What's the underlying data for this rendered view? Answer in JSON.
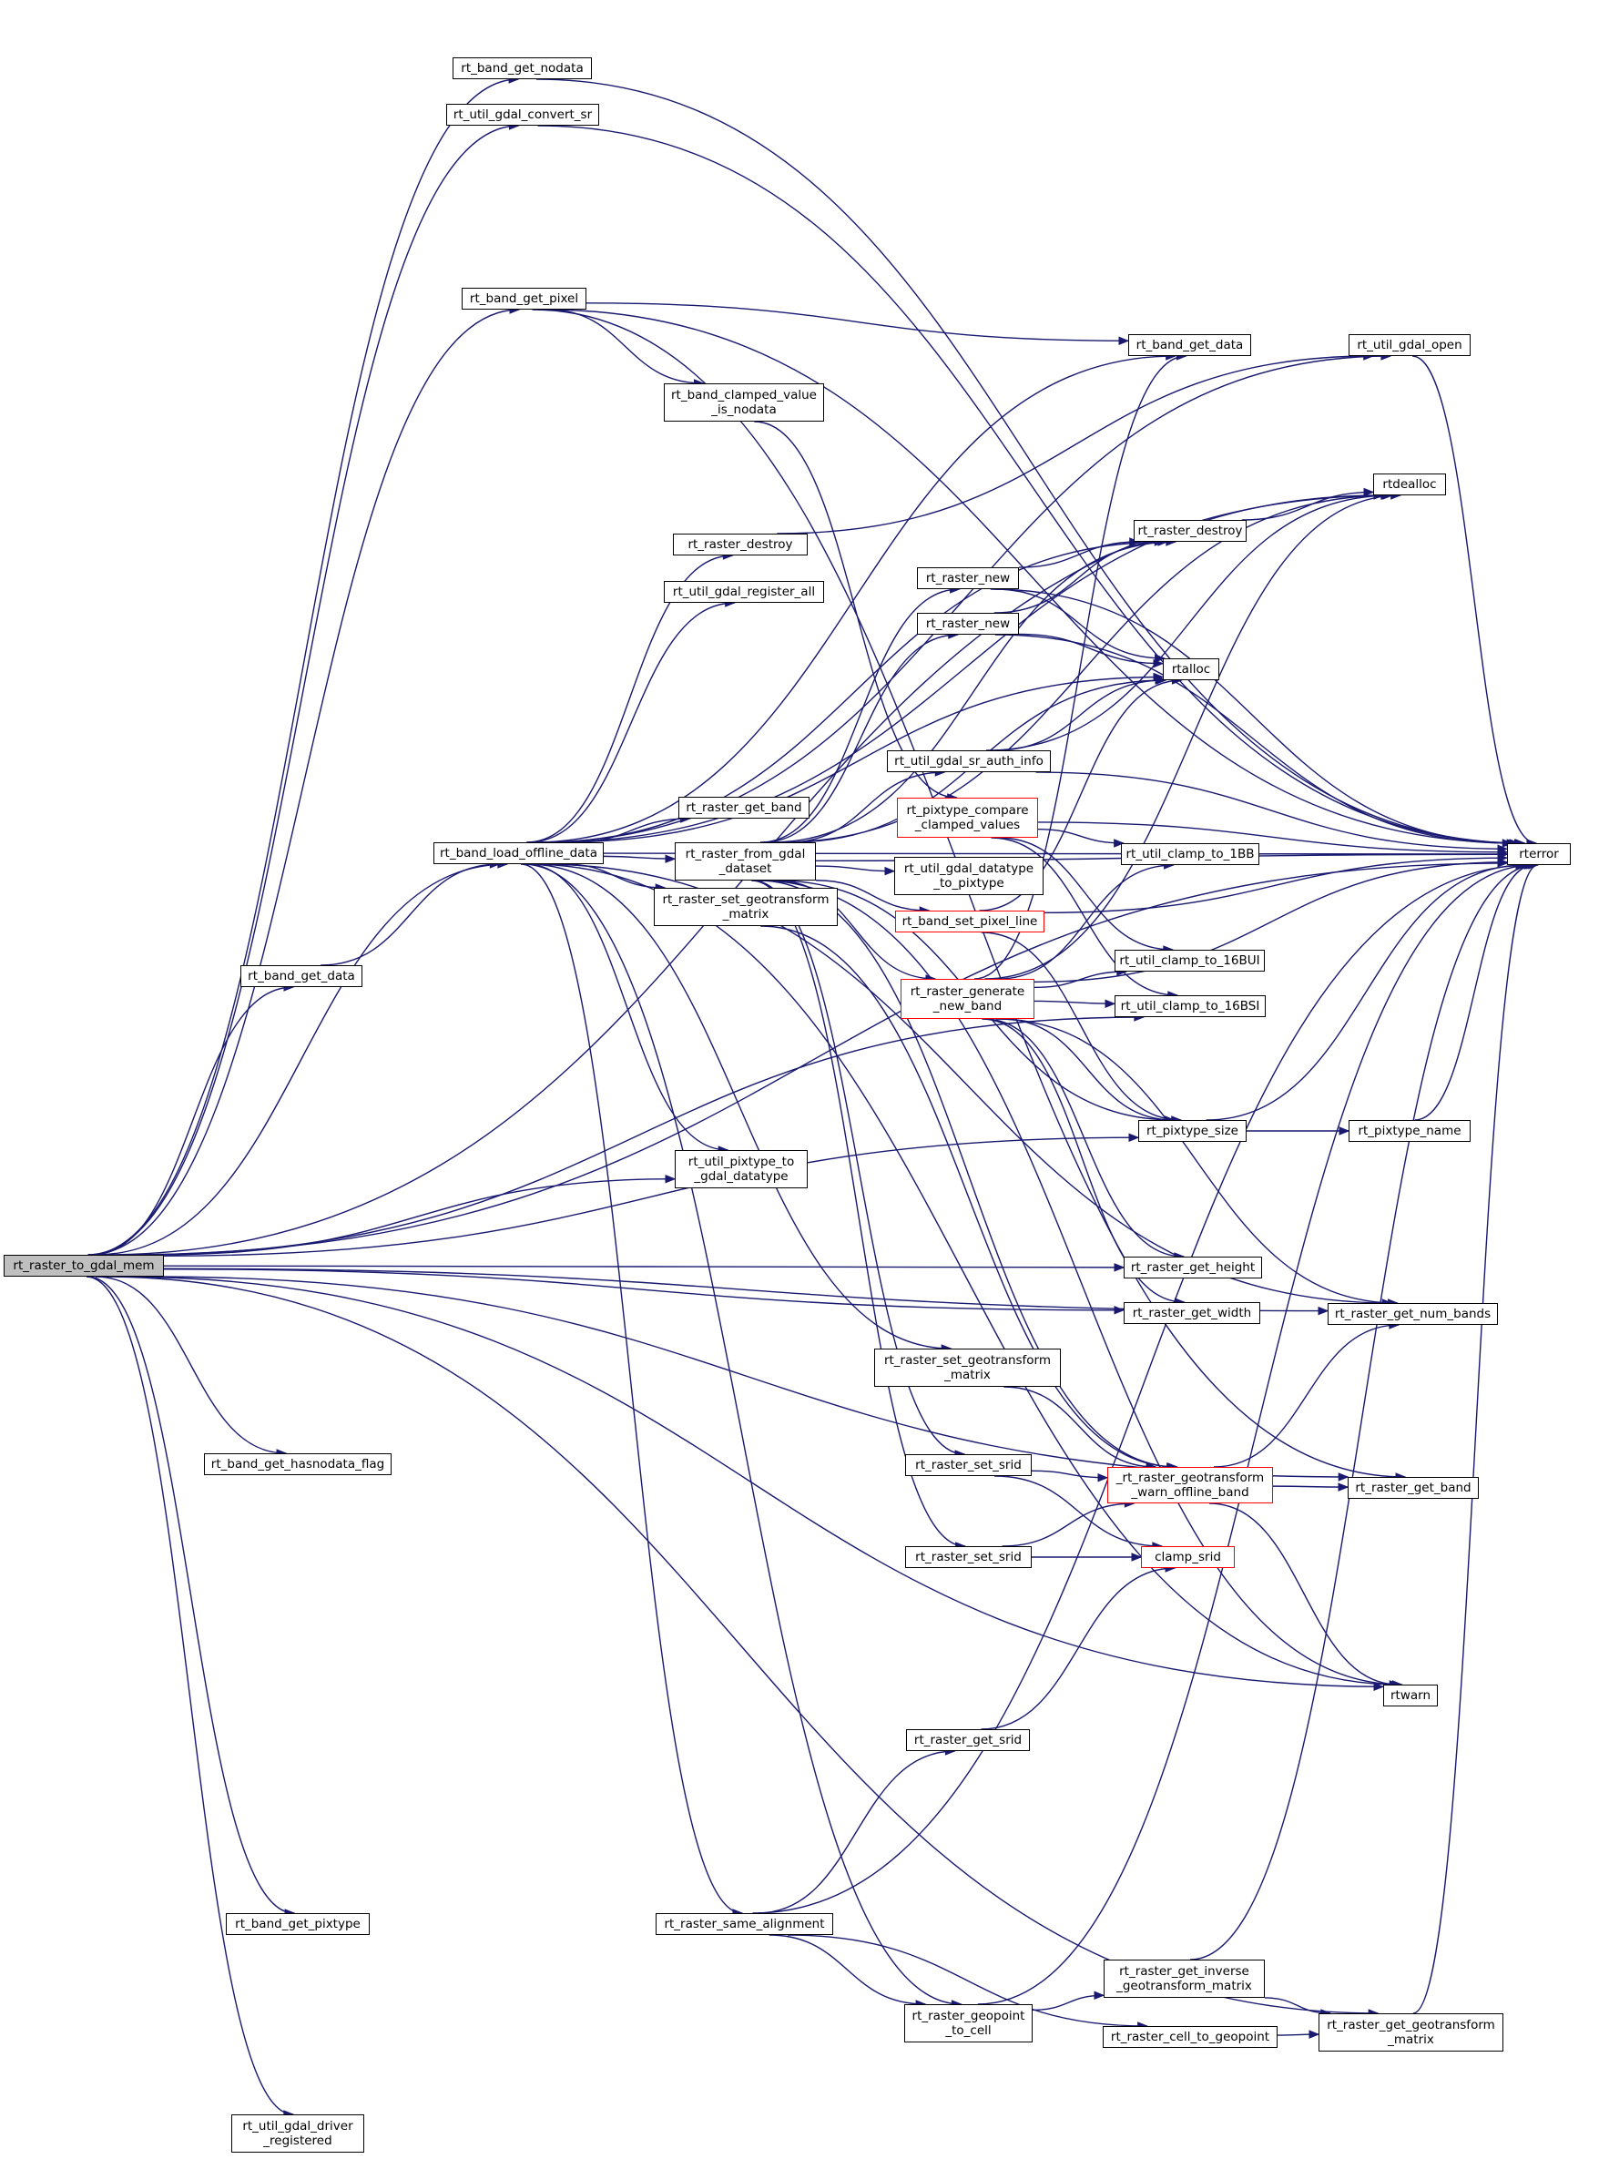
{
  "graph": {
    "title": "",
    "root_node": "rt_raster_to_gdal_mem",
    "colors": {
      "edge": "#191970",
      "node_border": "#000000",
      "highlight_border": "#ff0000",
      "root_fill": "#bfbfbf",
      "background": "#ffffff"
    },
    "nodes": {
      "root": {
        "label": "rt_raster_to_gdal_mem"
      },
      "band_get_nodata": {
        "label": "rt_band_get_nodata"
      },
      "util_gdal_convert_sr": {
        "label": "rt_util_gdal_convert_sr"
      },
      "band_get_pixel": {
        "label": "rt_band_get_pixel"
      },
      "band_clamped": {
        "label": "rt_band_clamped_value\n_is_nodata"
      },
      "band_get_data_top": {
        "label": "rt_band_get_data"
      },
      "util_gdal_open": {
        "label": "rt_util_gdal_open"
      },
      "rtdealloc": {
        "label": "rtdealloc"
      },
      "raster_destroy_mid": {
        "label": "rt_raster_destroy"
      },
      "raster_destroy_right": {
        "label": "rt_raster_destroy"
      },
      "util_gdal_register_all": {
        "label": "rt_util_gdal_register_all"
      },
      "raster_new_1": {
        "label": "rt_raster_new"
      },
      "raster_new_2": {
        "label": "rt_raster_new"
      },
      "rtalloc": {
        "label": "rtalloc"
      },
      "util_gdal_sr_auth_info": {
        "label": "rt_util_gdal_sr_auth_info"
      },
      "raster_get_band_mid": {
        "label": "rt_raster_get_band"
      },
      "pixtype_compare": {
        "label": "rt_pixtype_compare\n_clamped_values"
      },
      "rterror": {
        "label": "rterror"
      },
      "util_clamp_1bb": {
        "label": "rt_util_clamp_to_1BB"
      },
      "raster_from_gdal": {
        "label": "rt_raster_from_gdal\n_dataset"
      },
      "util_gdal_datatype": {
        "label": "rt_util_gdal_datatype\n_to_pixtype"
      },
      "band_load_offline": {
        "label": "rt_band_load_offline_data"
      },
      "raster_set_geo_mid": {
        "label": "rt_raster_set_geotransform\n_matrix"
      },
      "band_set_pixel_line": {
        "label": "rt_band_set_pixel_line"
      },
      "util_clamp_16bui": {
        "label": "rt_util_clamp_to_16BUI"
      },
      "band_get_data_left": {
        "label": "rt_band_get_data"
      },
      "raster_generate": {
        "label": "rt_raster_generate\n_new_band"
      },
      "util_clamp_16bsi": {
        "label": "rt_util_clamp_to_16BSI"
      },
      "pixtype_size": {
        "label": "rt_pixtype_size"
      },
      "pixtype_name": {
        "label": "rt_pixtype_name"
      },
      "util_pixtype_to_gdal": {
        "label": "rt_util_pixtype_to\n_gdal_datatype"
      },
      "raster_get_height": {
        "label": "rt_raster_get_height"
      },
      "raster_get_width": {
        "label": "rt_raster_get_width"
      },
      "raster_get_num_bands": {
        "label": "rt_raster_get_num_bands"
      },
      "raster_set_geo_low": {
        "label": "rt_raster_set_geotransform\n_matrix"
      },
      "band_get_hasnodata": {
        "label": "rt_band_get_hasnodata_flag"
      },
      "raster_set_srid_1": {
        "label": "rt_raster_set_srid"
      },
      "raster_geo_warn": {
        "label": "_rt_raster_geotransform\n_warn_offline_band"
      },
      "raster_get_band_right": {
        "label": "rt_raster_get_band"
      },
      "raster_set_srid_2": {
        "label": "rt_raster_set_srid"
      },
      "clamp_srid": {
        "label": "clamp_srid"
      },
      "rtwarn": {
        "label": "rtwarn"
      },
      "raster_get_srid": {
        "label": "rt_raster_get_srid"
      },
      "band_get_pixtype": {
        "label": "rt_band_get_pixtype"
      },
      "raster_same_alignment": {
        "label": "rt_raster_same_alignment"
      },
      "raster_get_inverse": {
        "label": "rt_raster_get_inverse\n_geotransform_matrix"
      },
      "raster_geopoint_to_cell": {
        "label": "rt_raster_geopoint\n_to_cell"
      },
      "raster_cell_to_geopoint": {
        "label": "rt_raster_cell_to_geopoint"
      },
      "raster_get_geotransform": {
        "label": "rt_raster_get_geotransform\n_matrix"
      },
      "util_gdal_driver": {
        "label": "rt_util_gdal_driver\n_registered"
      }
    },
    "edges": [
      [
        "root",
        "band_get_nodata"
      ],
      [
        "root",
        "util_gdal_convert_sr"
      ],
      [
        "root",
        "band_get_pixel"
      ],
      [
        "root",
        "band_get_data_left"
      ],
      [
        "root",
        "band_load_offline"
      ],
      [
        "root",
        "rtdealloc"
      ],
      [
        "root",
        "util_pixtype_to_gdal"
      ],
      [
        "root",
        "util_clamp_16bsi"
      ],
      [
        "root",
        "pixtype_size"
      ],
      [
        "root",
        "raster_get_height"
      ],
      [
        "root",
        "raster_get_width"
      ],
      [
        "root",
        "raster_get_num_bands"
      ],
      [
        "root",
        "band_get_hasnodata"
      ],
      [
        "root",
        "raster_get_band_right"
      ],
      [
        "root",
        "rtwarn"
      ],
      [
        "root",
        "band_get_pixtype"
      ],
      [
        "root",
        "raster_get_geotransform"
      ],
      [
        "root",
        "util_gdal_driver"
      ],
      [
        "root",
        "rterror"
      ],
      [
        "band_get_nodata",
        "rterror"
      ],
      [
        "util_gdal_convert_sr",
        "rterror"
      ],
      [
        "band_get_pixel",
        "rterror"
      ],
      [
        "band_get_pixel",
        "band_get_data_top"
      ],
      [
        "band_get_pixel",
        "band_clamped"
      ],
      [
        "band_get_pixel",
        "raster_get_band_right"
      ],
      [
        "band_clamped",
        "pixtype_compare"
      ],
      [
        "band_get_data_left",
        "band_load_offline"
      ],
      [
        "band_load_offline",
        "util_gdal_open"
      ],
      [
        "band_load_offline",
        "band_get_data_top"
      ],
      [
        "band_load_offline",
        "rtdealloc"
      ],
      [
        "band_load_offline",
        "raster_destroy_right"
      ],
      [
        "band_load_offline",
        "raster_destroy_mid"
      ],
      [
        "band_load_offline",
        "util_gdal_register_all"
      ],
      [
        "band_load_offline",
        "rtalloc"
      ],
      [
        "band_load_offline",
        "raster_get_band_mid"
      ],
      [
        "band_load_offline",
        "raster_from_gdal"
      ],
      [
        "band_load_offline",
        "raster_set_geo_mid"
      ],
      [
        "band_load_offline",
        "util_pixtype_to_gdal"
      ],
      [
        "band_load_offline",
        "raster_set_geo_low"
      ],
      [
        "band_load_offline",
        "raster_geopoint_to_cell"
      ],
      [
        "band_load_offline",
        "raster_same_alignment"
      ],
      [
        "band_load_offline",
        "raster_get_num_bands"
      ],
      [
        "band_load_offline",
        "rterror"
      ],
      [
        "band_load_offline",
        "rtwarn"
      ],
      [
        "raster_from_gdal",
        "raster_new_1"
      ],
      [
        "raster_from_gdal",
        "raster_new_2"
      ],
      [
        "raster_from_gdal",
        "util_gdal_sr_auth_info"
      ],
      [
        "raster_from_gdal",
        "rtalloc"
      ],
      [
        "raster_from_gdal",
        "rtdealloc"
      ],
      [
        "raster_from_gdal",
        "util_gdal_datatype"
      ],
      [
        "raster_from_gdal",
        "band_set_pixel_line"
      ],
      [
        "raster_from_gdal",
        "raster_generate"
      ],
      [
        "raster_from_gdal",
        "pixtype_size"
      ],
      [
        "raster_from_gdal",
        "raster_set_srid_1"
      ],
      [
        "raster_from_gdal",
        "raster_set_srid_2"
      ],
      [
        "raster_from_gdal",
        "raster_geo_warn"
      ],
      [
        "raster_from_gdal",
        "rterror"
      ],
      [
        "raster_from_gdal",
        "rtwarn"
      ],
      [
        "raster_from_gdal",
        "raster_destroy_right"
      ],
      [
        "raster_new_1",
        "raster_destroy_right"
      ],
      [
        "raster_new_1",
        "rtalloc"
      ],
      [
        "raster_new_1",
        "rterror"
      ],
      [
        "raster_new_2",
        "raster_destroy_right"
      ],
      [
        "raster_new_2",
        "rtalloc"
      ],
      [
        "raster_new_2",
        "rterror"
      ],
      [
        "raster_destroy_right",
        "rtdealloc"
      ],
      [
        "raster_destroy_mid",
        "util_gdal_open"
      ],
      [
        "util_gdal_open",
        "rterror"
      ],
      [
        "util_gdal_sr_auth_info",
        "rtalloc"
      ],
      [
        "util_gdal_sr_auth_info",
        "rtdealloc"
      ],
      [
        "util_gdal_sr_auth_info",
        "rterror"
      ],
      [
        "pixtype_compare",
        "util_clamp_1bb"
      ],
      [
        "pixtype_compare",
        "util_clamp_16bui"
      ],
      [
        "pixtype_compare",
        "util_clamp_16bsi"
      ],
      [
        "pixtype_compare",
        "rterror"
      ],
      [
        "band_set_pixel_line",
        "rtalloc"
      ],
      [
        "band_set_pixel_line",
        "pixtype_size"
      ],
      [
        "band_set_pixel_line",
        "rterror"
      ],
      [
        "raster_generate",
        "util_clamp_1bb"
      ],
      [
        "raster_generate",
        "util_clamp_16bui"
      ],
      [
        "raster_generate",
        "util_clamp_16bsi"
      ],
      [
        "raster_generate",
        "band_get_data_top"
      ],
      [
        "raster_generate",
        "rtdealloc"
      ],
      [
        "raster_generate",
        "pixtype_size"
      ],
      [
        "raster_generate",
        "raster_get_height"
      ],
      [
        "raster_generate",
        "raster_get_width"
      ],
      [
        "raster_generate",
        "raster_get_num_bands"
      ],
      [
        "raster_generate",
        "rterror"
      ],
      [
        "pixtype_size",
        "pixtype_name"
      ],
      [
        "pixtype_size",
        "rterror"
      ],
      [
        "pixtype_name",
        "rterror"
      ],
      [
        "raster_set_geo_mid",
        "raster_geo_warn"
      ],
      [
        "raster_set_geo_low",
        "raster_geo_warn"
      ],
      [
        "raster_set_srid_1",
        "raster_geo_warn"
      ],
      [
        "raster_set_srid_1",
        "clamp_srid"
      ],
      [
        "raster_set_srid_2",
        "raster_geo_warn"
      ],
      [
        "raster_set_srid_2",
        "clamp_srid"
      ],
      [
        "raster_geo_warn",
        "raster_get_num_bands"
      ],
      [
        "raster_geo_warn",
        "raster_get_band_right"
      ],
      [
        "raster_geo_warn",
        "rtwarn"
      ],
      [
        "raster_get_srid",
        "clamp_srid"
      ],
      [
        "raster_same_alignment",
        "raster_get_srid"
      ],
      [
        "raster_same_alignment",
        "raster_geopoint_to_cell"
      ],
      [
        "raster_same_alignment",
        "raster_cell_to_geopoint"
      ],
      [
        "raster_same_alignment",
        "rterror"
      ],
      [
        "raster_geopoint_to_cell",
        "raster_get_inverse"
      ],
      [
        "raster_geopoint_to_cell",
        "rterror"
      ],
      [
        "raster_get_inverse",
        "raster_get_geotransform"
      ],
      [
        "raster_get_inverse",
        "rterror"
      ],
      [
        "raster_cell_to_geopoint",
        "raster_get_geotransform"
      ],
      [
        "raster_get_geotransform",
        "rterror"
      ]
    ]
  }
}
